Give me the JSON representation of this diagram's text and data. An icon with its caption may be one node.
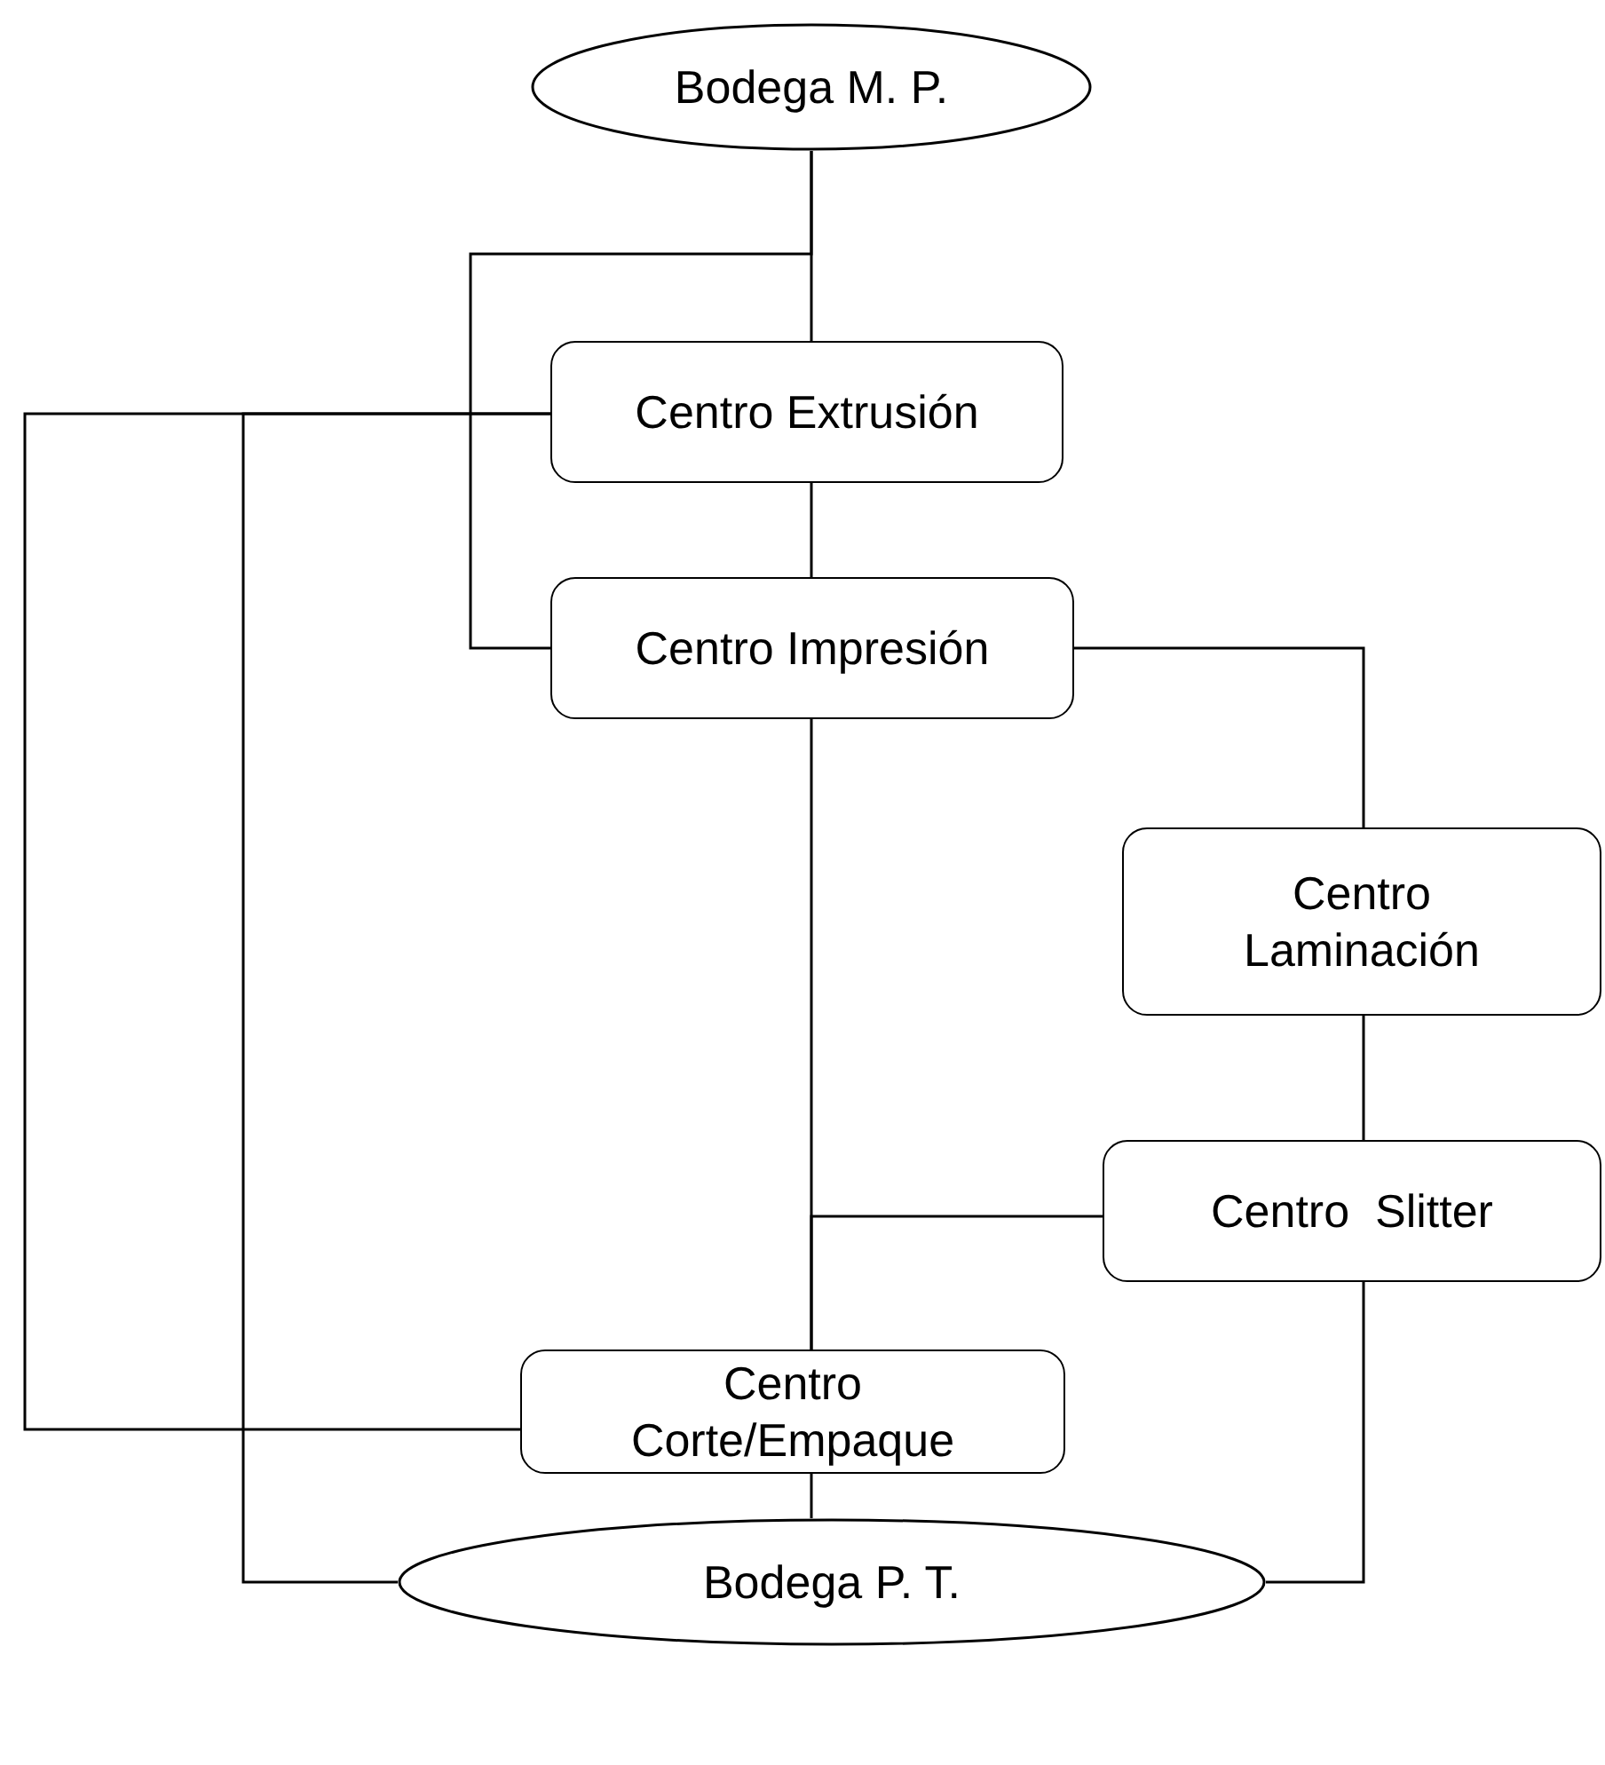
{
  "diagram": {
    "nodes": [
      {
        "text": [
          "Bodega M. P."
        ]
      },
      {
        "text": [
          "Centro Extrusión"
        ]
      },
      {
        "text": [
          "Centro Impresión"
        ]
      },
      {
        "text": [
          "Centro Laminación"
        ]
      },
      {
        "text": [
          "Centro  Slitter"
        ]
      },
      {
        "text": [
          "Centro Corte/Empaque"
        ]
      },
      {
        "text": [
          "Bodega P. T."
        ]
      }
    ],
    "edges": [
      {
        "from": 0,
        "to": 1,
        "arrow": "none"
      },
      {
        "from": 0,
        "to": 2,
        "arrow": "none"
      },
      {
        "from": 1,
        "to": 2,
        "arrow": "none"
      },
      {
        "from": 1,
        "to": 5,
        "arrow": "none"
      },
      {
        "from": 1,
        "to": 6,
        "arrow": "none"
      },
      {
        "from": 2,
        "to": 3,
        "arrow": "none"
      },
      {
        "from": 2,
        "to": 5,
        "arrow": "none"
      },
      {
        "from": 3,
        "to": 4,
        "arrow": "none"
      },
      {
        "from": 4,
        "to": 5,
        "arrow": "none"
      },
      {
        "from": 4,
        "to": 6,
        "arrow": "none"
      },
      {
        "from": 5,
        "to": 6,
        "arrow": "none"
      }
    ]
  }
}
